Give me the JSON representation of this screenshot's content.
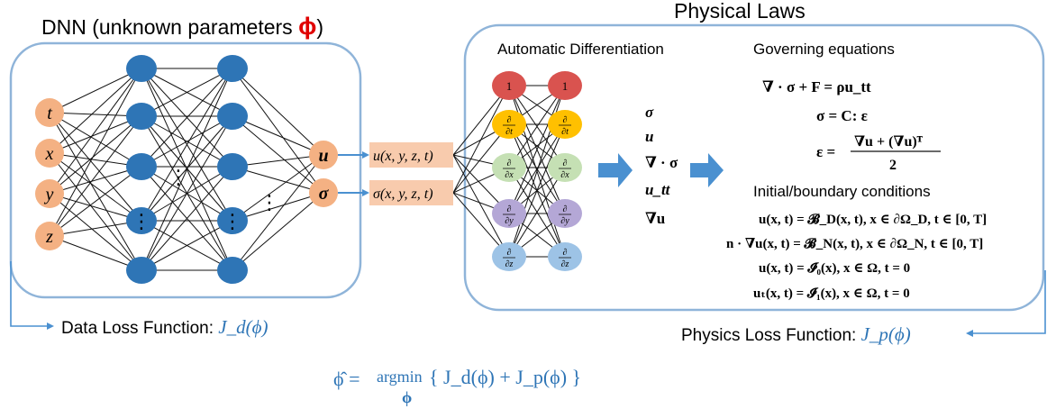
{
  "dnn": {
    "title_prefix": "DNN (unknown parameters ",
    "phi": "ϕ",
    "title_suffix": ")",
    "inputs": [
      "t",
      "x",
      "y",
      "z"
    ],
    "outputs": [
      "u",
      "σ"
    ],
    "ellipsis": "⋮"
  },
  "output_boxes": [
    "u(x, y, z, t)",
    "σ(x, y, z, t)"
  ],
  "physics": {
    "title": "Physical Laws",
    "autodiff_title": "Automatic Differentiation",
    "ad_nodes": [
      "1",
      "∂/∂t",
      "∂/∂x",
      "∂/∂y",
      "∂/∂z"
    ],
    "derived": [
      "σ",
      "u",
      "∇ · σ",
      "u_tt",
      "∇u"
    ],
    "governing_title": "Governing equations",
    "eq1": "∇ · σ + F = ρu_tt",
    "eq2": "σ = C: ε",
    "eq3_lhs": "ε =",
    "eq3_num": "∇u + (∇u)ᵀ",
    "eq3_den": "2",
    "ibc_title": "Initial/boundary conditions",
    "bc1": "u(x, t) = 𝓑_D(x, t), x ∈ ∂Ω_D, t ∈ [0, T]",
    "bc2": "n · ∇u(x, t) = 𝓑_N(x, t), x ∈ ∂Ω_N, t ∈ [0, T]",
    "bc3": "u(x, t) = 𝓘₀(x), x ∈ Ω, t = 0",
    "bc4": "uₜ(x, t) = 𝓘₁(x), x ∈ Ω, t = 0"
  },
  "losses": {
    "data_label": "Data Loss Function: ",
    "data_fn": "J_d(ϕ)",
    "physics_label": "Physics Loss Function: ",
    "physics_fn": "J_p(ϕ)"
  },
  "objective": {
    "lhs": "ϕ̂ = ",
    "argmin": "argmin",
    "under": "ϕ",
    "body": "{ J_d(ϕ) + J_p(ϕ) }"
  },
  "colors": {
    "panel_stroke": "#8fb4d9",
    "hidden_node": "#2e75b6",
    "io_node": "#f4b183",
    "io_box": "#f8cbad",
    "arrow": "#4a90d0",
    "accent_red": "#e00000",
    "loss_blue": "#2e75b6",
    "ad_red": "#d9534f",
    "ad_yellow": "#ffc000",
    "ad_green": "#c5e0b4",
    "ad_purple": "#b4a7d6",
    "ad_blue": "#9dc3e6"
  }
}
